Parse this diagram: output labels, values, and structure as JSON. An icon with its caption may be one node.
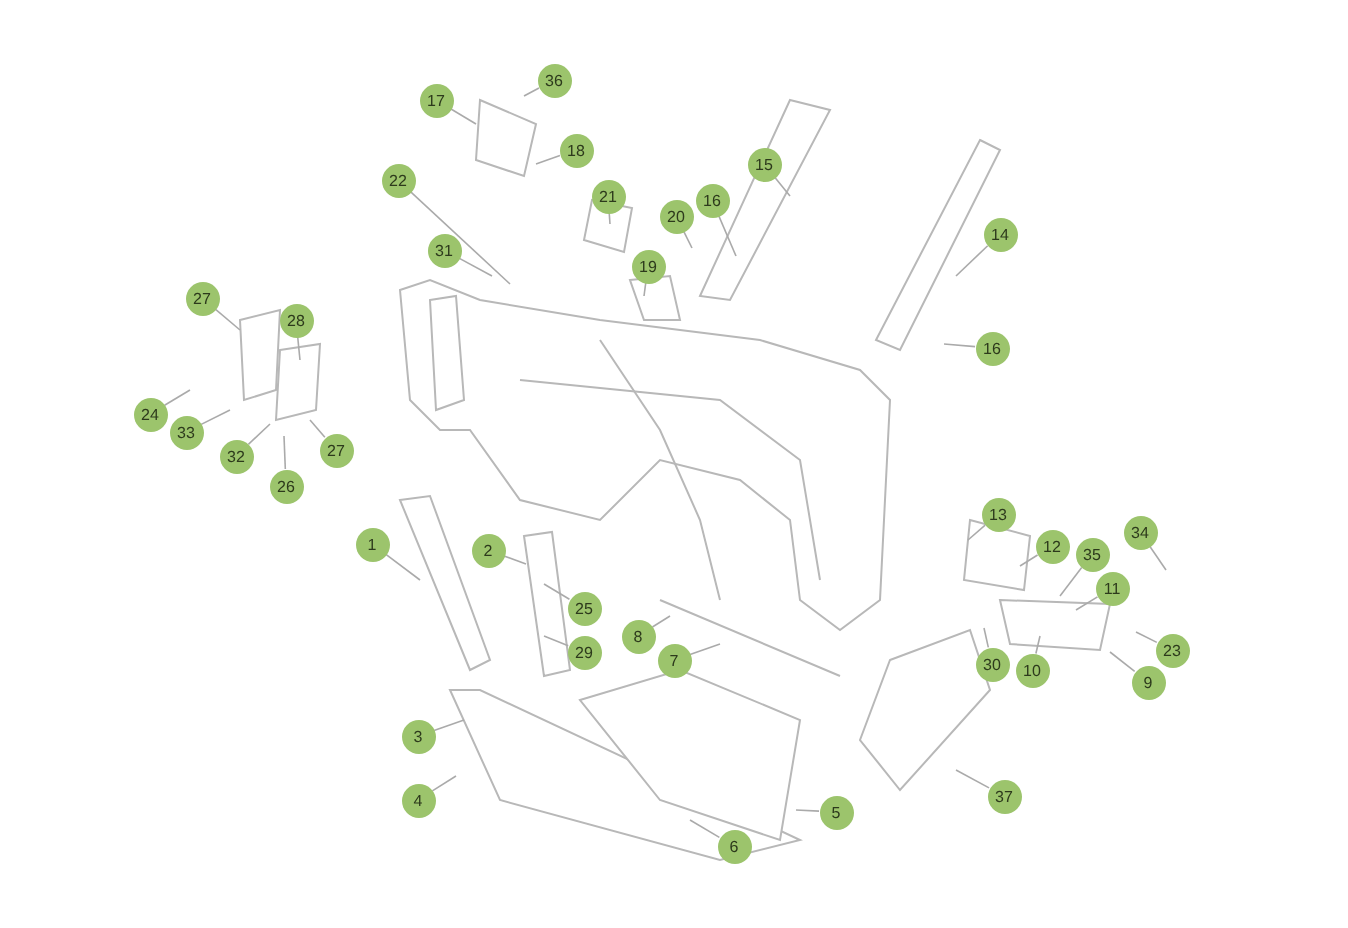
{
  "diagram": {
    "nodes": [
      {
        "text": [
          "36"
        ]
      },
      {
        "text": [
          "17"
        ]
      },
      {
        "text": [
          "18"
        ]
      },
      {
        "text": [
          "15"
        ]
      },
      {
        "text": [
          "22"
        ]
      },
      {
        "text": [
          "21"
        ]
      },
      {
        "text": [
          "16"
        ]
      },
      {
        "text": [
          "20"
        ]
      },
      {
        "text": [
          "14"
        ]
      },
      {
        "text": [
          "31"
        ]
      },
      {
        "text": [
          "19"
        ]
      },
      {
        "text": [
          "27"
        ]
      },
      {
        "text": [
          "28"
        ]
      },
      {
        "text": [
          "16"
        ]
      },
      {
        "text": [
          "24"
        ]
      },
      {
        "text": [
          "33"
        ]
      },
      {
        "text": [
          "27"
        ]
      },
      {
        "text": [
          "32"
        ]
      },
      {
        "text": [
          "26"
        ]
      },
      {
        "text": [
          "13"
        ]
      },
      {
        "text": [
          "34"
        ]
      },
      {
        "text": [
          "12"
        ]
      },
      {
        "text": [
          "35"
        ]
      },
      {
        "text": [
          "1"
        ]
      },
      {
        "text": [
          "2"
        ]
      },
      {
        "text": [
          "11"
        ]
      },
      {
        "text": [
          "25"
        ]
      },
      {
        "text": [
          "8"
        ]
      },
      {
        "text": [
          "23"
        ]
      },
      {
        "text": [
          "29"
        ]
      },
      {
        "text": [
          "7"
        ]
      },
      {
        "text": [
          "30"
        ]
      },
      {
        "text": [
          "10"
        ]
      },
      {
        "text": [
          "9"
        ]
      },
      {
        "text": [
          "3"
        ]
      },
      {
        "text": [
          "37"
        ]
      },
      {
        "text": [
          "4"
        ]
      },
      {
        "text": [
          "5"
        ]
      },
      {
        "text": [
          "6"
        ]
      }
    ],
    "edges": [
      {
        "from": 0,
        "to": null,
        "arrow": "none"
      },
      {
        "from": 1,
        "to": null,
        "arrow": "none"
      },
      {
        "from": 2,
        "to": null,
        "arrow": "none"
      },
      {
        "from": 3,
        "to": null,
        "arrow": "none"
      },
      {
        "from": 4,
        "to": null,
        "arrow": "none"
      },
      {
        "from": 5,
        "to": null,
        "arrow": "none"
      },
      {
        "from": 6,
        "to": null,
        "arrow": "none"
      },
      {
        "from": 7,
        "to": null,
        "arrow": "none"
      },
      {
        "from": 8,
        "to": null,
        "arrow": "none"
      },
      {
        "from": 9,
        "to": null,
        "arrow": "none"
      },
      {
        "from": 10,
        "to": null,
        "arrow": "none"
      },
      {
        "from": 11,
        "to": null,
        "arrow": "none"
      },
      {
        "from": 12,
        "to": null,
        "arrow": "none"
      },
      {
        "from": 13,
        "to": null,
        "arrow": "none"
      },
      {
        "from": 14,
        "to": null,
        "arrow": "none"
      },
      {
        "from": 15,
        "to": null,
        "arrow": "none"
      },
      {
        "from": 16,
        "to": null,
        "arrow": "none"
      },
      {
        "from": 17,
        "to": null,
        "arrow": "none"
      },
      {
        "from": 18,
        "to": null,
        "arrow": "none"
      },
      {
        "from": 19,
        "to": null,
        "arrow": "none"
      },
      {
        "from": 20,
        "to": null,
        "arrow": "none"
      },
      {
        "from": 21,
        "to": null,
        "arrow": "none"
      },
      {
        "from": 22,
        "to": null,
        "arrow": "none"
      },
      {
        "from": 23,
        "to": null,
        "arrow": "none"
      },
      {
        "from": 24,
        "to": null,
        "arrow": "none"
      },
      {
        "from": 25,
        "to": null,
        "arrow": "none"
      },
      {
        "from": 26,
        "to": null,
        "arrow": "none"
      },
      {
        "from": 27,
        "to": null,
        "arrow": "none"
      },
      {
        "from": 28,
        "to": null,
        "arrow": "none"
      },
      {
        "from": 29,
        "to": null,
        "arrow": "none"
      },
      {
        "from": 30,
        "to": null,
        "arrow": "none"
      },
      {
        "from": 31,
        "to": null,
        "arrow": "none"
      },
      {
        "from": 32,
        "to": null,
        "arrow": "none"
      },
      {
        "from": 33,
        "to": null,
        "arrow": "none"
      },
      {
        "from": 34,
        "to": null,
        "arrow": "none"
      },
      {
        "from": 35,
        "to": null,
        "arrow": "none"
      },
      {
        "from": 36,
        "to": null,
        "arrow": "none"
      },
      {
        "from": 37,
        "to": null,
        "arrow": "none"
      },
      {
        "from": 38,
        "to": null,
        "arrow": "none"
      }
    ]
  }
}
